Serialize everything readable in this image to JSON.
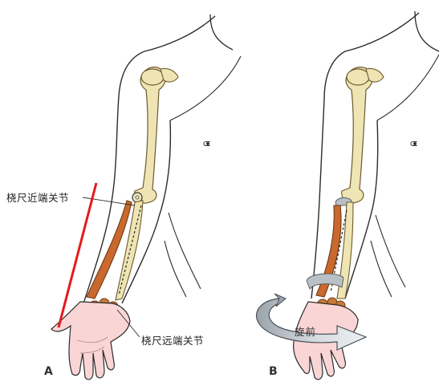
{
  "panels": {
    "left": {
      "panel_label": "A",
      "proximal_joint_label": "桡尺近端关节",
      "distal_joint_label": "桡尺远端关节"
    },
    "right": {
      "panel_label": "B",
      "rotation_label": "旋前"
    }
  },
  "colors": {
    "bone": "#efe5b4",
    "bone_outline": "#6d5a2c",
    "radius": "#c9692d",
    "carpals": "#c97a38",
    "skin_hand": "#fad5d5",
    "outline": "#2b2b2b",
    "reference_line": "#e31b1b",
    "rotation_arrow": "#b8bfc6"
  }
}
